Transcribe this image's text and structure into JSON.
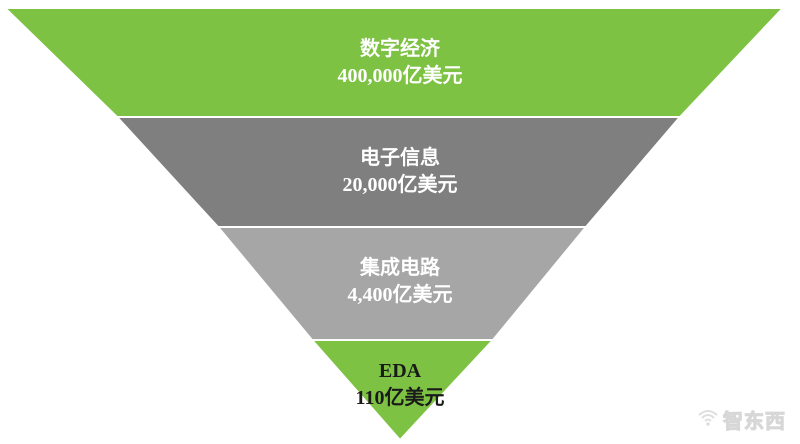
{
  "diagram": {
    "levels": [
      {
        "name": "数字经济",
        "value": "400,000亿美元",
        "color": "#7DC243",
        "text_color": "#ffffff"
      },
      {
        "name": "电子信息",
        "value": "20,000亿美元",
        "color": "#7F7F7F",
        "text_color": "#ffffff"
      },
      {
        "name": "集成电路",
        "value": "4,400亿美元",
        "color": "#A6A6A6",
        "text_color": "#ffffff"
      },
      {
        "name": "EDA",
        "value": "110亿美元",
        "color": "#7DC243",
        "text_color": "#1a1a1a"
      }
    ]
  },
  "watermark": {
    "text": "智东西",
    "icon": "wifi-signal-icon"
  }
}
